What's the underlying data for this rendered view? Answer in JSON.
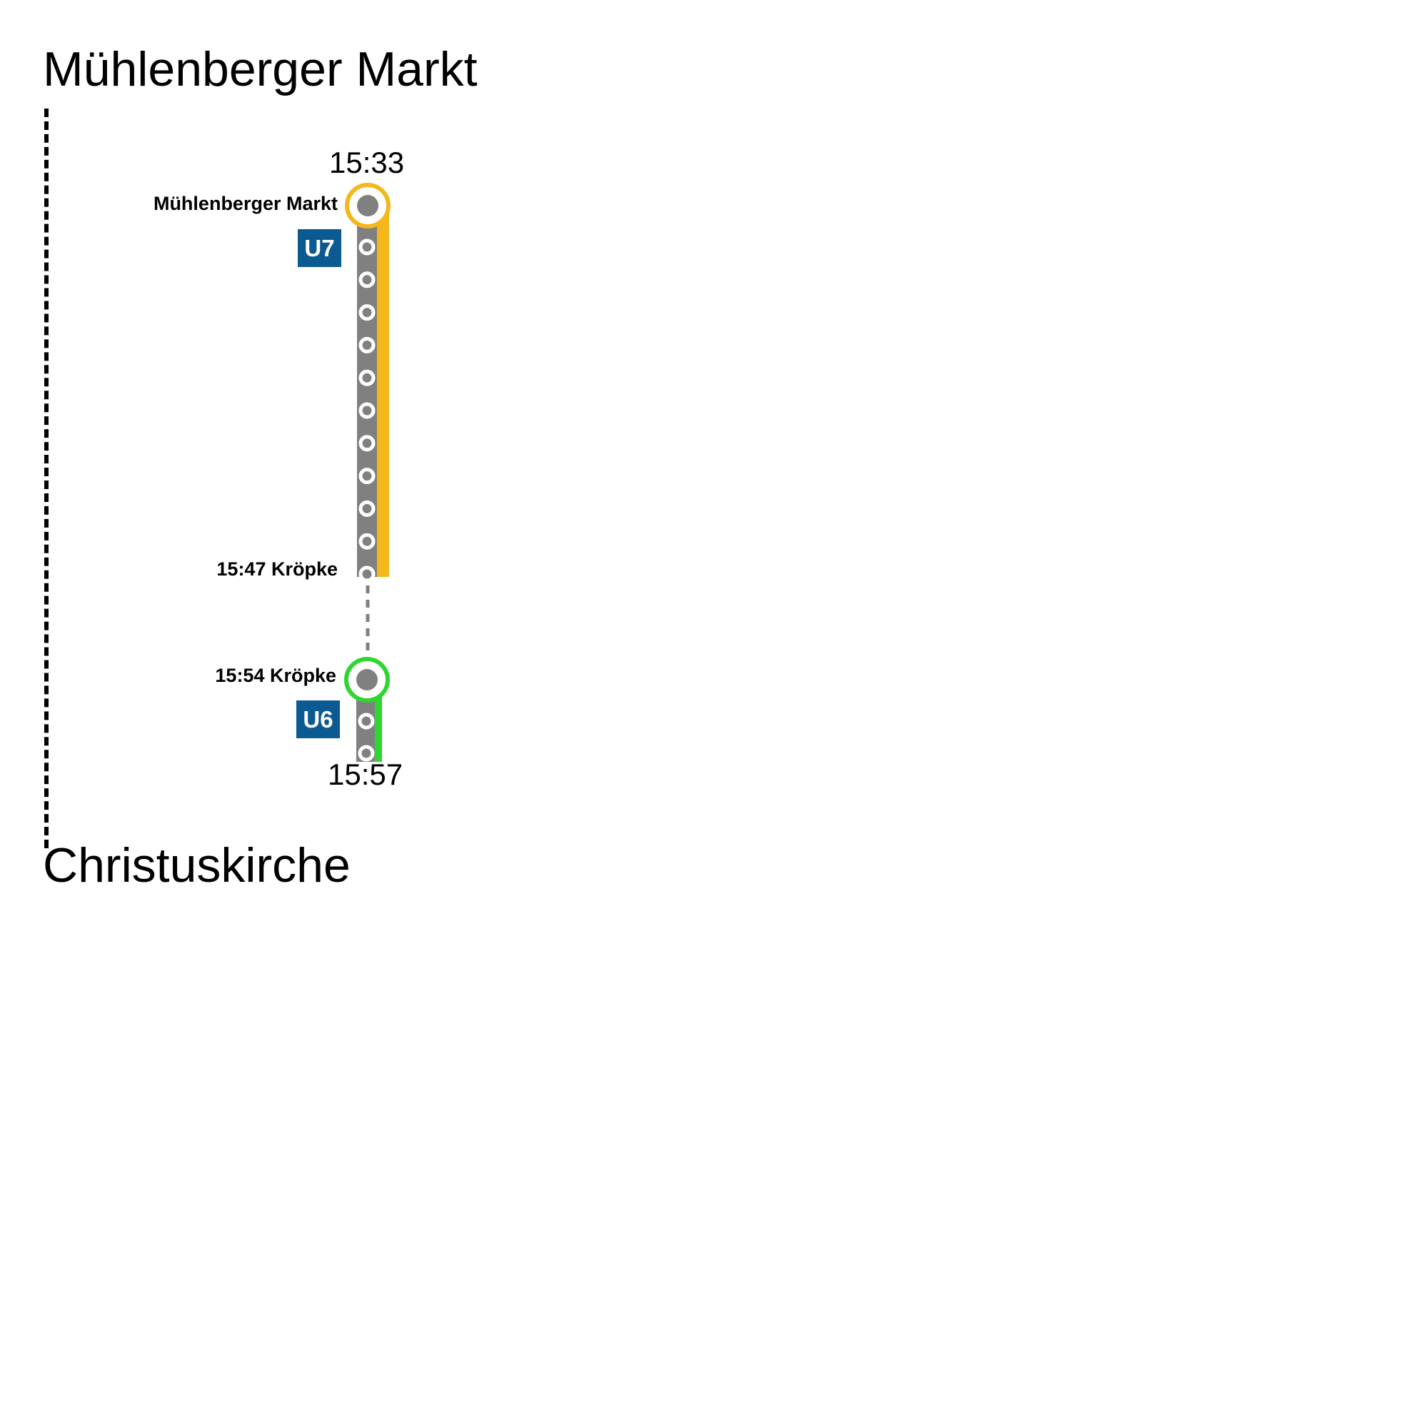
{
  "journey": {
    "origin": "Mühlenberger Markt",
    "destination": "Christuskirche",
    "departure_time": "15:33",
    "arrival_time": "15:57"
  },
  "legs": [
    {
      "line": "U7",
      "line_color": "#f5b81c",
      "badge_color": "#0b5a92",
      "from_label": "Mühlenberger Markt",
      "to_label": "15:47 Kröpke",
      "intermediate_stops": 11
    },
    {
      "line": "U6",
      "line_color": "#2fd62f",
      "badge_color": "#0b5a92",
      "from_label": "15:54 Kröpke",
      "intermediate_stops": 2
    }
  ],
  "colors": {
    "track": "#808080",
    "transfer": "#808080",
    "rail": "#000000"
  }
}
